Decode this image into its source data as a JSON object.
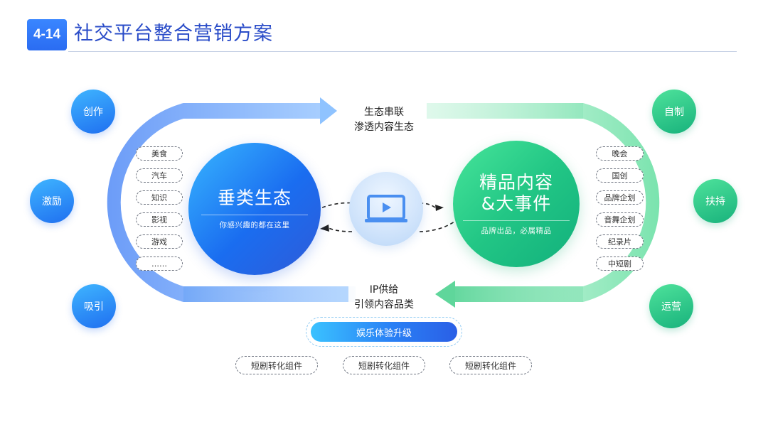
{
  "header": {
    "badge": "4-14",
    "title": "社交平台整合营销方案"
  },
  "left_hub": {
    "title": "垂类生态",
    "subtitle": "你感兴趣的都在这里"
  },
  "right_hub": {
    "title_line1": "精品内容",
    "title_line2": "&大事件",
    "subtitle": "品牌出品，必属精品"
  },
  "left_nodes": [
    "创作",
    "激励",
    "吸引"
  ],
  "right_nodes": [
    "自制",
    "扶持",
    "运营"
  ],
  "left_tags": [
    "美食",
    "汽车",
    "知识",
    "影视",
    "游戏",
    "……"
  ],
  "right_tags": [
    "晚会",
    "国创",
    "品牌企划",
    "音舞企划",
    "纪录片",
    "中短剧"
  ],
  "top_caption": {
    "line1": "生态串联",
    "line2": "渗透内容生态"
  },
  "bottom_caption": {
    "line1": "IP供给",
    "line2": "引领内容品类"
  },
  "upgrade_label": "娱乐体验升级",
  "bottom_tags": [
    "短剧转化组件",
    "短剧转化组件",
    "短剧转化组件"
  ],
  "colors": {
    "blue": "#2a6cf2",
    "green": "#1fbf82",
    "title": "#2a4cc8"
  },
  "icons": {
    "center": "video-screen-icon"
  }
}
